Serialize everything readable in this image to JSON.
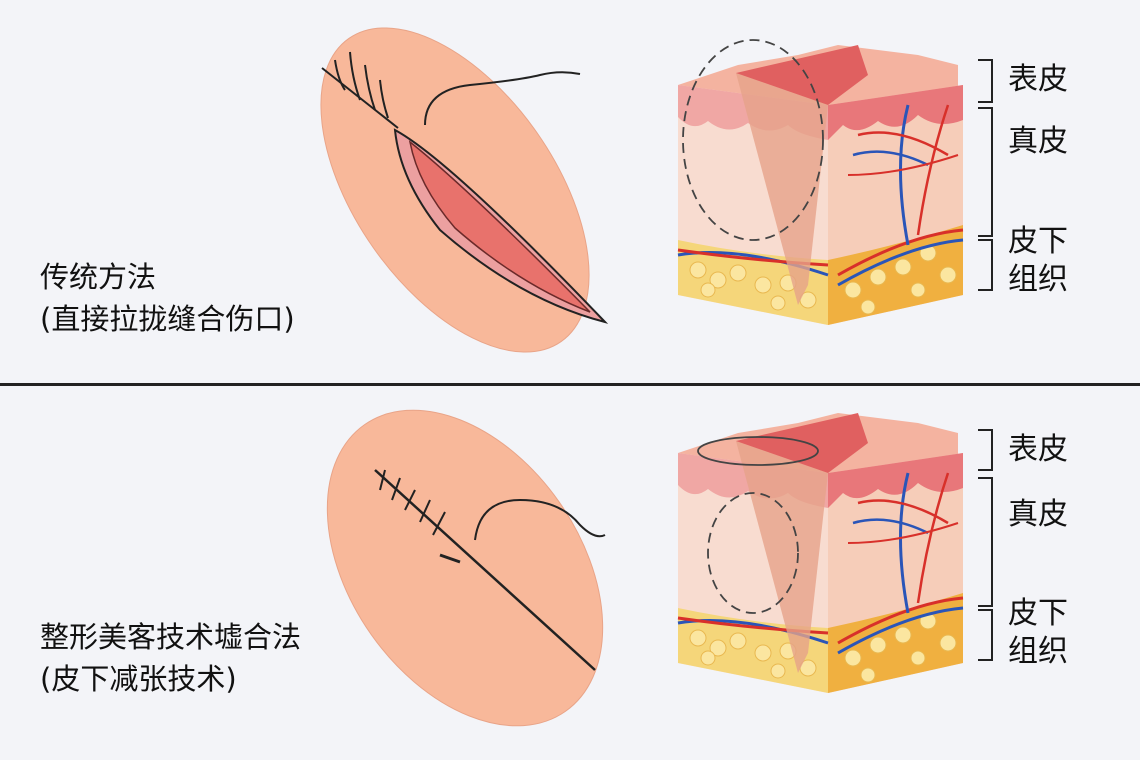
{
  "top": {
    "title": "传统方法",
    "subtitle": "(直接拉拢缝合伤口)",
    "layers": {
      "epidermis": "表皮",
      "dermis": "真皮",
      "subcutaneous_1": "皮下",
      "subcutaneous_2": "组织"
    }
  },
  "bottom": {
    "title": "整形美客技术墟合法",
    "subtitle": "(皮下减张技术)",
    "layers": {
      "epidermis": "表皮",
      "dermis": "真皮",
      "subcutaneous_1": "皮下",
      "subcutaneous_2": "组织"
    }
  },
  "colors": {
    "skin": "#f8b89a",
    "wound": "#e8726c",
    "epidermis": "#e9888a",
    "dermis": "#f8d6c8",
    "fat": "#f5d070",
    "artery": "#d8302a",
    "vein": "#2a55b8"
  }
}
